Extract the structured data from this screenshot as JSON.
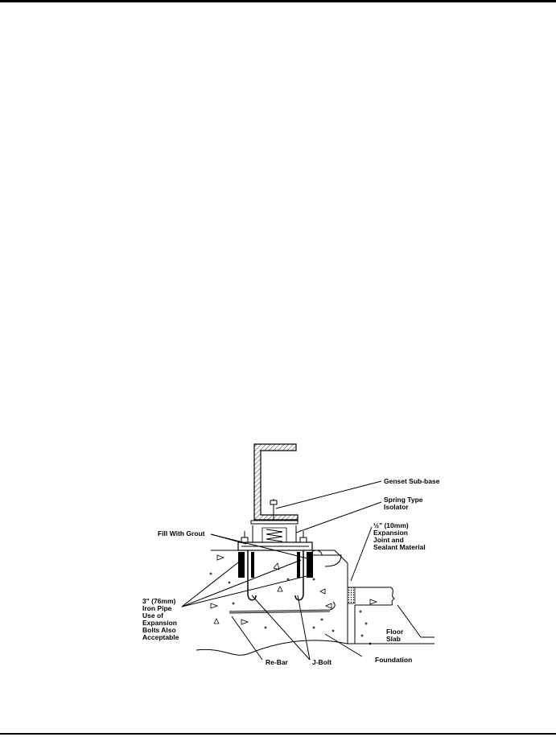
{
  "labels": {
    "subbase": [
      "Genset Sub-base"
    ],
    "isolator": [
      "Spring Type",
      "Isolator"
    ],
    "expansion": [
      "½\" (10mm)",
      "Expansion",
      "Joint and",
      "Sealant Material"
    ],
    "grout": [
      "Fill With Grout"
    ],
    "pipe": [
      "3\" (76mm)",
      "Iron Pipe",
      "Use of",
      "Expansion",
      "Bolts Also",
      "Acceptable"
    ],
    "floor": [
      "Floor",
      "Slab"
    ],
    "rebar": [
      "Re-Bar"
    ],
    "jbolt": [
      "J-Bolt"
    ],
    "foundation": [
      "Foundation"
    ]
  }
}
